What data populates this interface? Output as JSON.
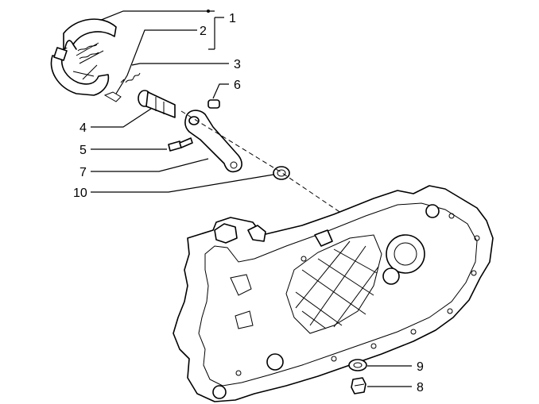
{
  "diagram": {
    "callouts": [
      {
        "id": "c1",
        "label": "1"
      },
      {
        "id": "c2",
        "label": "2"
      },
      {
        "id": "c3",
        "label": "3"
      },
      {
        "id": "c4",
        "label": "4"
      },
      {
        "id": "c5",
        "label": "5"
      },
      {
        "id": "c6",
        "label": "6"
      },
      {
        "id": "c7",
        "label": "7"
      },
      {
        "id": "c8",
        "label": "8"
      },
      {
        "id": "c9",
        "label": "9"
      },
      {
        "id": "c10",
        "label": "10"
      }
    ],
    "parts": [
      "brake-shoes",
      "brake-spring",
      "cam-shaft",
      "screw",
      "pin",
      "brake-lever",
      "seal-ring",
      "crankcase",
      "drain-plug-washer",
      "drain-plug"
    ]
  }
}
